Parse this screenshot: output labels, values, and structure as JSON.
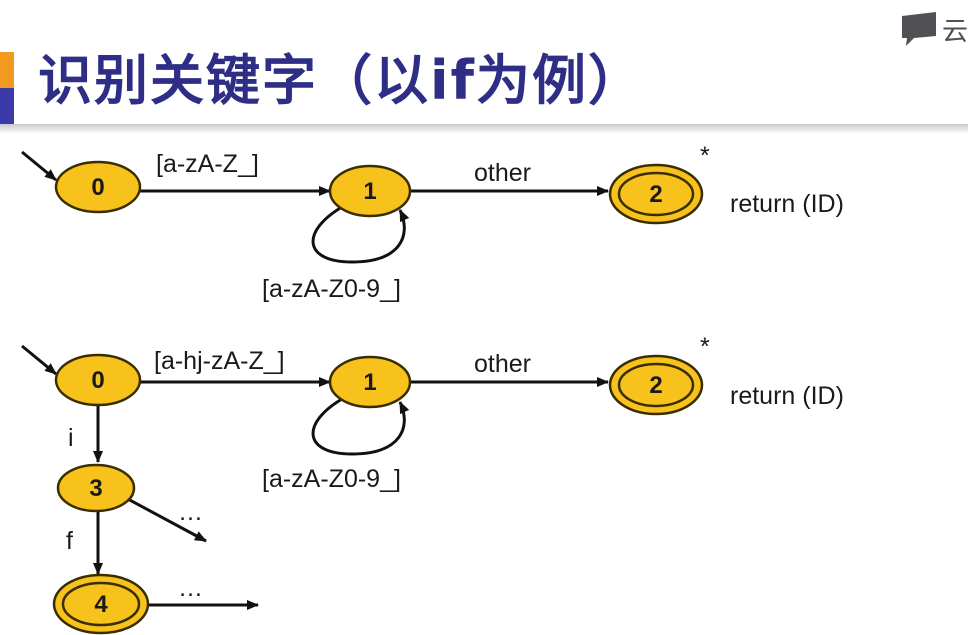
{
  "title": "识别关键字（以if为例）",
  "watermark": {
    "glyph": "云",
    "icon": "chat-bubble-icon"
  },
  "colors": {
    "state_fill": "#f7c21c",
    "state_stroke": "#3a2e00",
    "title": "#2e2e86",
    "accent_orange": "#f29a1f",
    "accent_blue": "#3b3aa8"
  },
  "diagram1": {
    "states": [
      "0",
      "1",
      "2"
    ],
    "labels": {
      "edge_0_1": "[a-zA-Z_]",
      "loop_1": "[a-zA-Z0-9_]",
      "edge_1_2": "other",
      "star": "*",
      "action": "return (ID)"
    }
  },
  "diagram2": {
    "states": [
      "0",
      "1",
      "2",
      "3",
      "4"
    ],
    "labels": {
      "edge_0_1": "[a-hj-zA-Z_]",
      "loop_1": "[a-zA-Z0-9_]",
      "edge_1_2": "other",
      "star": "*",
      "action": "return (ID)",
      "edge_0_3": "i",
      "edge_3_4": "f",
      "ellipsis_3": "…",
      "ellipsis_4": "…"
    }
  }
}
